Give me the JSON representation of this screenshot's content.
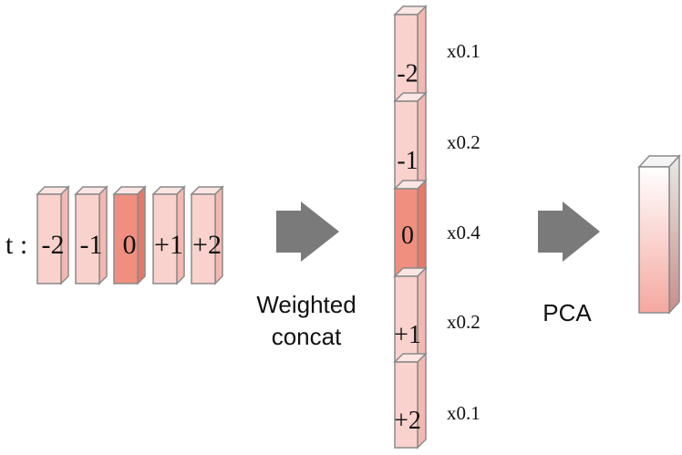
{
  "input": {
    "prefix": "t :",
    "frames": [
      {
        "label": "-2",
        "highlight": false
      },
      {
        "label": "-1",
        "highlight": false
      },
      {
        "label": "0",
        "highlight": true
      },
      {
        "label": "+1",
        "highlight": false
      },
      {
        "label": "+2",
        "highlight": false
      }
    ]
  },
  "step1": {
    "line1": "Weighted",
    "line2": "concat"
  },
  "stack": {
    "segments": [
      {
        "label": "-2",
        "weight": "x0.1",
        "highlight": false
      },
      {
        "label": "-1",
        "weight": "x0.2",
        "highlight": false
      },
      {
        "label": "0",
        "weight": "x0.4",
        "highlight": true
      },
      {
        "label": "+1",
        "weight": "x0.2",
        "highlight": false
      },
      {
        "label": "+2",
        "weight": "x0.1",
        "highlight": false
      }
    ]
  },
  "step2": {
    "label": "PCA"
  },
  "colors": {
    "light": "#f9d2cd",
    "light_side": "#f2b8b1",
    "dark": "#f08f80",
    "dark_side": "#e57868",
    "stroke": "#8a8a8a",
    "arrow": "#7a7a7a"
  }
}
